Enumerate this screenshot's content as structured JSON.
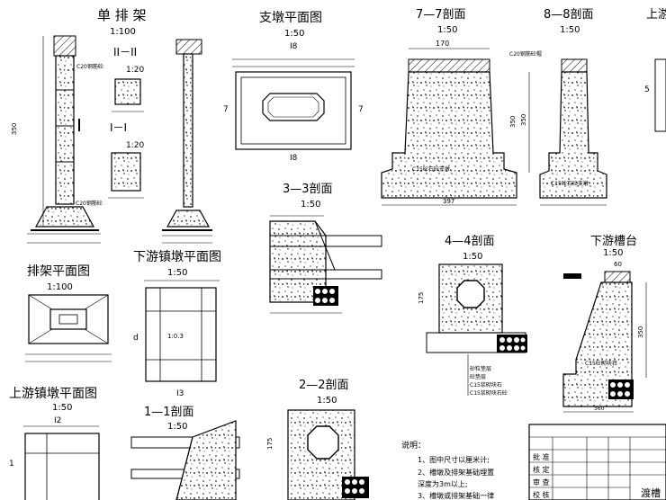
{
  "titles": {
    "single_frame": "单 排 架",
    "sec_II": "II－II",
    "sec_I": "I－I",
    "pier_plan": "支墩平面图",
    "sec_77": "7—7剖面",
    "sec_88": "8—8剖面",
    "sec_up_cut": "上游",
    "sec_33": "3—3剖面",
    "frame_plan": "排架平面图",
    "down_anchor_plan": "下游镇墩平面图",
    "sec_44": "4—4剖面",
    "down_trough": "下游槽台",
    "up_anchor_plan": "上游镇墩平面图",
    "sec_11": "1—1剖面",
    "sec_22": "2—2剖面"
  },
  "scales": {
    "single_frame": "1:100",
    "sec_II": "1:20",
    "sec_I": "1:20",
    "pier_plan": "1:50",
    "sec_77": "1:50",
    "sec_88": "1:50",
    "sec_33": "1:50",
    "frame_plan": "1:100",
    "down_anchor_plan": "1:50",
    "sec_44": "1:50",
    "down_trough": "1:50",
    "up_anchor_plan": "1:50",
    "sec_11": "1:50",
    "sec_22": "1:50"
  },
  "labels": {
    "pier_plan_top_num": "I8",
    "pier_plan_bottom_num": "I8",
    "pier_plan_side": "7",
    "pier_plan_side_r": "7",
    "sec77_width": "170",
    "sec77_base": "397",
    "sec77_height": "350",
    "sec77_note": "C15砼石砼支墩",
    "sec88_note": "C15砼石砼支墩",
    "sec88_top": "C20钢筋砼帽",
    "sec88_height": "350",
    "up_cut_num": "5",
    "frame_note_top": "C20钢筋砼",
    "frame_note_bottom": "C20钢筋砼",
    "frame_total": "350",
    "down_anchor_num": "I3",
    "down_anchor_side": "d",
    "down_anchor_center": "1:0.3",
    "sec44_h": "175",
    "sec44_notes": [
      "砂粒垫层",
      "砼垫层",
      "C15浆砌块石",
      "C15浆砌块石砼"
    ],
    "down_trough_top": "60",
    "down_trough_note": "C15砼砌块石",
    "down_trough_h": "350",
    "down_trough_base": "360",
    "up_anchor_num": "I2",
    "up_anchor_side": "1",
    "sec22_h": "175"
  },
  "notes": {
    "title": "说明：",
    "items": [
      "1、图中尺寸以厘米计;",
      "2、槽墩及排架基础埋置",
      "   深度为3m以上;",
      "3、槽墩或排架基础一律"
    ]
  },
  "title_block": {
    "rows": [
      "批 准",
      "核 定",
      "审 查",
      "校 核"
    ],
    "project": "渡槽"
  }
}
